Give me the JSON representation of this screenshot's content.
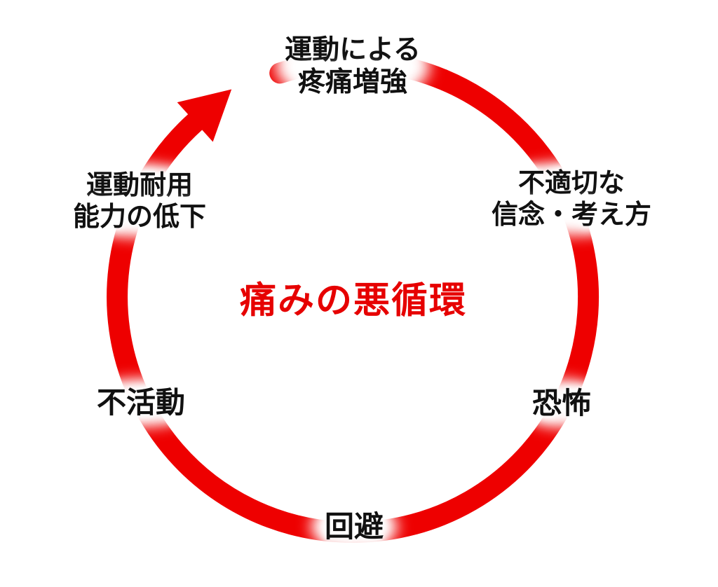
{
  "diagram": {
    "title": "痛みの悪循環",
    "colors": {
      "cycle": "#ee0000",
      "title": "#e60000",
      "label_text": "#111111",
      "background": "#ffffff"
    },
    "stages": [
      {
        "id": "pain-increase",
        "lines": [
          "運動による",
          "疼痛増強"
        ]
      },
      {
        "id": "beliefs",
        "lines": [
          "不適切な",
          "信念・考え方"
        ]
      },
      {
        "id": "fear",
        "lines": [
          "恐怖"
        ]
      },
      {
        "id": "avoidance",
        "lines": [
          "回避"
        ]
      },
      {
        "id": "inactivity",
        "lines": [
          "不活動"
        ]
      },
      {
        "id": "capacity-decline",
        "lines": [
          "運動耐用",
          "能力の低下"
        ]
      }
    ],
    "flow_direction": "clockwise"
  }
}
